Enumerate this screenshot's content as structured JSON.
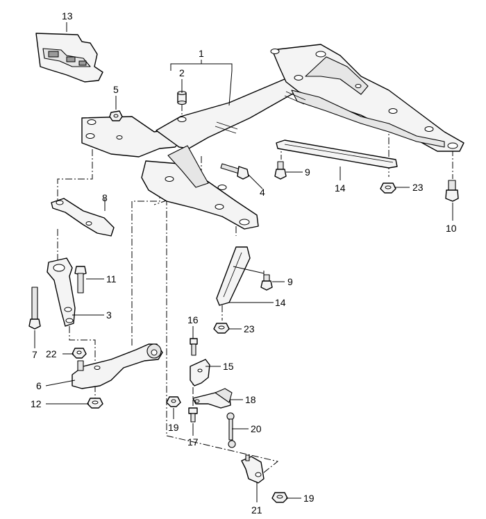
{
  "callouts": {
    "c1": "1",
    "c2": "2",
    "c3": "3",
    "c4": "4",
    "c5": "5",
    "c6": "6",
    "c7": "7",
    "c8": "8",
    "c9a": "9",
    "c9b": "9",
    "c10": "10",
    "c11": "11",
    "c12": "12",
    "c13": "13",
    "c14a": "14",
    "c14b": "14",
    "c15": "15",
    "c16": "16",
    "c17": "17",
    "c18": "18",
    "c19a": "19",
    "c19b": "19",
    "c20": "20",
    "c21": "21",
    "c22": "22",
    "c23a": "23",
    "c23b": "23"
  },
  "parts": [
    {
      "id": "1",
      "name": "front-axle-crossmember"
    },
    {
      "id": "2",
      "name": "bushing"
    },
    {
      "id": "3",
      "name": "control-arm-bracket"
    },
    {
      "id": "4",
      "name": "hex-bolt"
    },
    {
      "id": "5",
      "name": "nut"
    },
    {
      "id": "6",
      "name": "lower-control-arm"
    },
    {
      "id": "7",
      "name": "long-bolt"
    },
    {
      "id": "8",
      "name": "reinforcement-plate"
    },
    {
      "id": "9",
      "name": "bolt"
    },
    {
      "id": "10",
      "name": "bolt"
    },
    {
      "id": "11",
      "name": "bolt"
    },
    {
      "id": "12",
      "name": "nut"
    },
    {
      "id": "13",
      "name": "label-plate"
    },
    {
      "id": "14",
      "name": "strut-brace"
    },
    {
      "id": "15",
      "name": "bracket"
    },
    {
      "id": "16",
      "name": "screw"
    },
    {
      "id": "17",
      "name": "screw"
    },
    {
      "id": "18",
      "name": "level-sensor"
    },
    {
      "id": "19",
      "name": "nut"
    },
    {
      "id": "20",
      "name": "coupling-rod"
    },
    {
      "id": "21",
      "name": "mounting-bracket"
    },
    {
      "id": "22",
      "name": "nut"
    },
    {
      "id": "23",
      "name": "nut"
    }
  ]
}
